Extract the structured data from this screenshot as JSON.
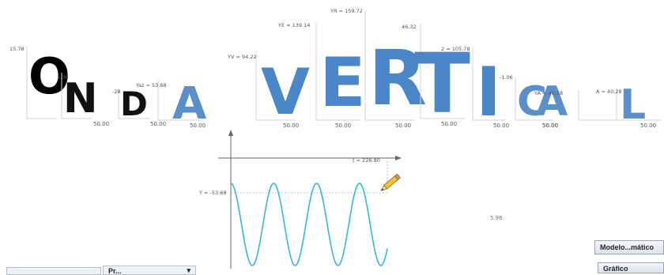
{
  "title_letters": [
    {
      "char": "O",
      "color": "#000000",
      "annotation": "15.78",
      "tick": ""
    },
    {
      "char": "N",
      "color": "#111111",
      "annotation": "1.36",
      "tick": "50.00"
    },
    {
      "char": "D",
      "color": "#111111",
      "annotation": "-28",
      "tick": "50.00"
    },
    {
      "char": "A",
      "color": "#5b8fc9",
      "annotation": "Yaz = 53.68",
      "tick": "50.00"
    },
    {
      "char": "V",
      "color": "#4a86c8",
      "annotation": "YV = 94.22",
      "tick": "50.00"
    },
    {
      "char": "E",
      "color": "#4a86c8",
      "annotation": "YE = 139.14",
      "tick": "50.00"
    },
    {
      "char": "R",
      "color": "#4a86c8",
      "annotation": "YR = 159.72",
      "tick": "50.00"
    },
    {
      "char": "T",
      "color": "#4a86c8",
      "annotation": "46.32",
      "tick": "50.00"
    },
    {
      "char": "I",
      "color": "#4a86c8",
      "annotation": "2 = 105.78",
      "tick": "50.00"
    },
    {
      "char": "C",
      "color": "#5b8fc9",
      "annotation": "-1.06",
      "tick": "50.00"
    },
    {
      "char": "A",
      "color": "#5b8fc9",
      "annotation": "YA = 40.28",
      "tick": "50.00"
    },
    {
      "char": "L",
      "color": "#5b8fc9",
      "annotation": "A = 40.28",
      "tick": "50.00"
    }
  ],
  "wave_plot": {
    "t_label": "t = 226.80",
    "y_label": "Y = -53.68",
    "wave_color": "#35b7d6",
    "pencil_icon": "pencil-icon"
  },
  "stray_value": "5.96",
  "buttons": {
    "modelo": "Modelo...mático",
    "grafico": "Gráfico"
  },
  "bottom_controls": {
    "left": "",
    "mid": "Pr...",
    "mid_chevron": "▾"
  }
}
